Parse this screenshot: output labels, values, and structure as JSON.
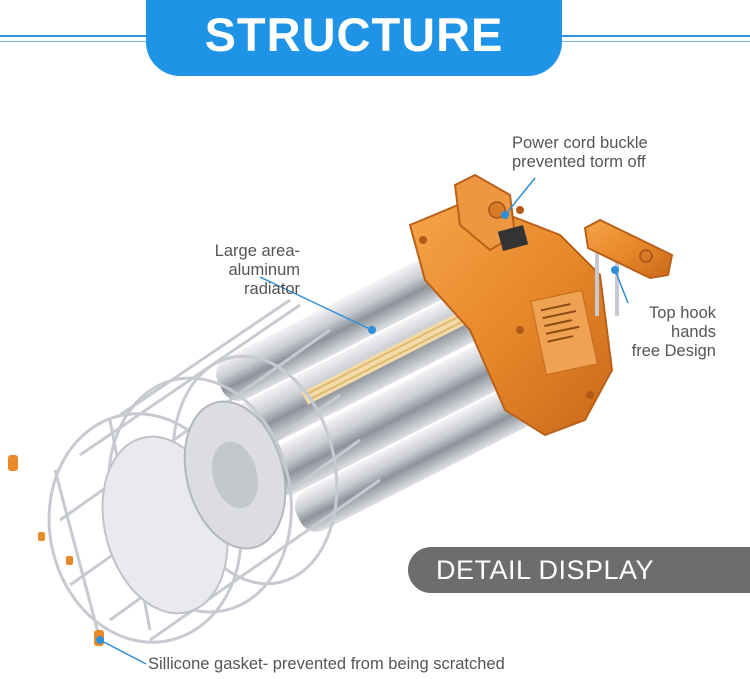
{
  "header": {
    "title": "STRUCTURE"
  },
  "callouts": {
    "power_cord": "Power cord buckle\nprevented torm off",
    "radiator": "Large area-aluminum\nradiator",
    "top_hook": "Top hook\nhands\nfree Design",
    "gasket": "Sillicone gasket- prevented  from being scratched"
  },
  "badge": {
    "label": "DETAIL DISPLAY"
  },
  "colors": {
    "accent_blue": "#1f94e6",
    "housing_orange": "#e8892a",
    "badge_gray": "#6d6d6d"
  }
}
